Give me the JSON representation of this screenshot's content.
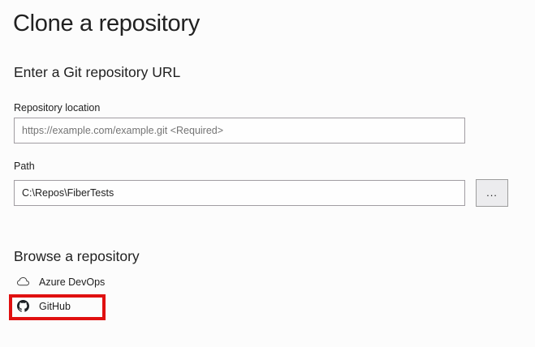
{
  "window": {
    "title": "Clone a repository"
  },
  "url_section": {
    "heading": "Enter a Git repository URL",
    "repo_location_label": "Repository location",
    "repo_location_placeholder": "https://example.com/example.git <Required>",
    "path_label": "Path",
    "path_value": "C:\\Repos\\FiberTests",
    "browse_button_label": "..."
  },
  "browse_section": {
    "heading": "Browse a repository",
    "items": [
      {
        "label": "Azure DevOps",
        "icon": "cloud-icon",
        "highlighted": false
      },
      {
        "label": "GitHub",
        "icon": "github-icon",
        "highlighted": true
      }
    ]
  },
  "colors": {
    "highlight_red": "#e01010",
    "text": "#1e1e1e",
    "input_border": "#a19da2",
    "placeholder": "#747474",
    "button_bg": "#ececee",
    "background": "#fcfcfc"
  }
}
